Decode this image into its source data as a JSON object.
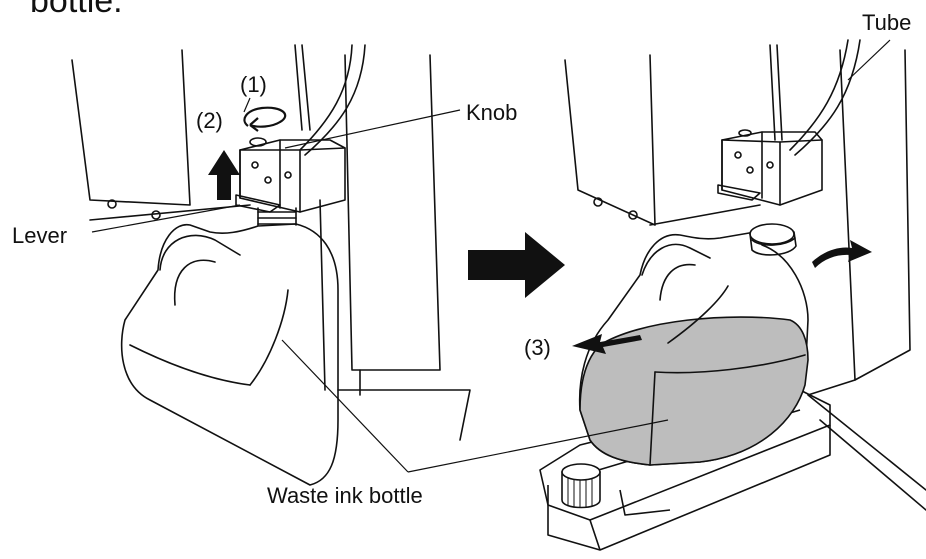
{
  "heading_fragment": "bottle.",
  "labels": {
    "step1": "(1)",
    "step2": "(2)",
    "step3": "(3)",
    "knob": "Knob",
    "lever": "Lever",
    "tube": "Tube",
    "waste_ink_bottle": "Waste ink bottle"
  },
  "colors": {
    "ink_fill": "#bdbdbd",
    "line": "#111111",
    "background": "#ffffff"
  }
}
